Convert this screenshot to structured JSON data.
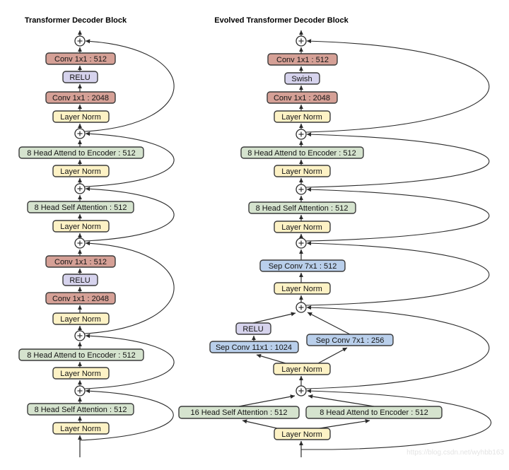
{
  "titles": {
    "left": "Transformer Decoder Block",
    "right": "Evolved Transformer Decoder Block"
  },
  "watermark": "https://blog.csdn.net/wyhbb163",
  "colors": {
    "conv": "#d5a096",
    "activation": "#d6d3ed",
    "norm": "#fdf2c5",
    "attention": "#d5e3ce",
    "sepconv": "#b9cfeb",
    "box_border": "#3a3a3a",
    "wire": "#2b2b2b",
    "background": "#ffffff",
    "watermark_text": "#e4e4e4"
  },
  "operator": {
    "add": "residual-add"
  },
  "left": {
    "nodes": [
      {
        "label": "Conv 1x1 : 512",
        "type": "conv"
      },
      {
        "label": "RELU",
        "type": "activation"
      },
      {
        "label": "Conv 1x1 : 2048",
        "type": "conv"
      },
      {
        "label": "Layer Norm",
        "type": "norm"
      },
      {
        "label": "8 Head Attend to Encoder : 512",
        "type": "attention"
      },
      {
        "label": "Layer Norm",
        "type": "norm"
      },
      {
        "label": "8 Head Self Attention : 512",
        "type": "attention"
      },
      {
        "label": "Layer Norm",
        "type": "norm"
      },
      {
        "label": "Conv 1x1 : 512",
        "type": "conv"
      },
      {
        "label": "RELU",
        "type": "activation"
      },
      {
        "label": "Conv 1x1 : 2048",
        "type": "conv"
      },
      {
        "label": "Layer Norm",
        "type": "norm"
      },
      {
        "label": "8 Head Attend to Encoder : 512",
        "type": "attention"
      },
      {
        "label": "Layer Norm",
        "type": "norm"
      },
      {
        "label": "8 Head Self Attention : 512",
        "type": "attention"
      },
      {
        "label": "Layer Norm",
        "type": "norm"
      }
    ]
  },
  "right": {
    "nodes": [
      {
        "label": "Conv 1x1 : 512",
        "type": "conv"
      },
      {
        "label": "Swish",
        "type": "activation"
      },
      {
        "label": "Conv 1x1 : 2048",
        "type": "conv"
      },
      {
        "label": "Layer Norm",
        "type": "norm"
      },
      {
        "label": "8 Head Attend to Encoder : 512",
        "type": "attention"
      },
      {
        "label": "Layer Norm",
        "type": "norm"
      },
      {
        "label": "8 Head Self Attention : 512",
        "type": "attention"
      },
      {
        "label": "Layer Norm",
        "type": "norm"
      },
      {
        "label": "Sep Conv 7x1 : 512",
        "type": "sepconv"
      },
      {
        "label": "Layer Norm",
        "type": "norm"
      },
      {
        "label": "RELU",
        "type": "activation"
      },
      {
        "label": "Sep Conv 11x1 : 1024",
        "type": "sepconv"
      },
      {
        "label": "Sep Conv 7x1 : 256",
        "type": "sepconv"
      },
      {
        "label": "Layer Norm",
        "type": "norm"
      },
      {
        "label": "16 Head Self Attention : 512",
        "type": "attention"
      },
      {
        "label": "8 Head Attend to Encoder : 512",
        "type": "attention"
      },
      {
        "label": "Layer Norm",
        "type": "norm"
      }
    ]
  }
}
